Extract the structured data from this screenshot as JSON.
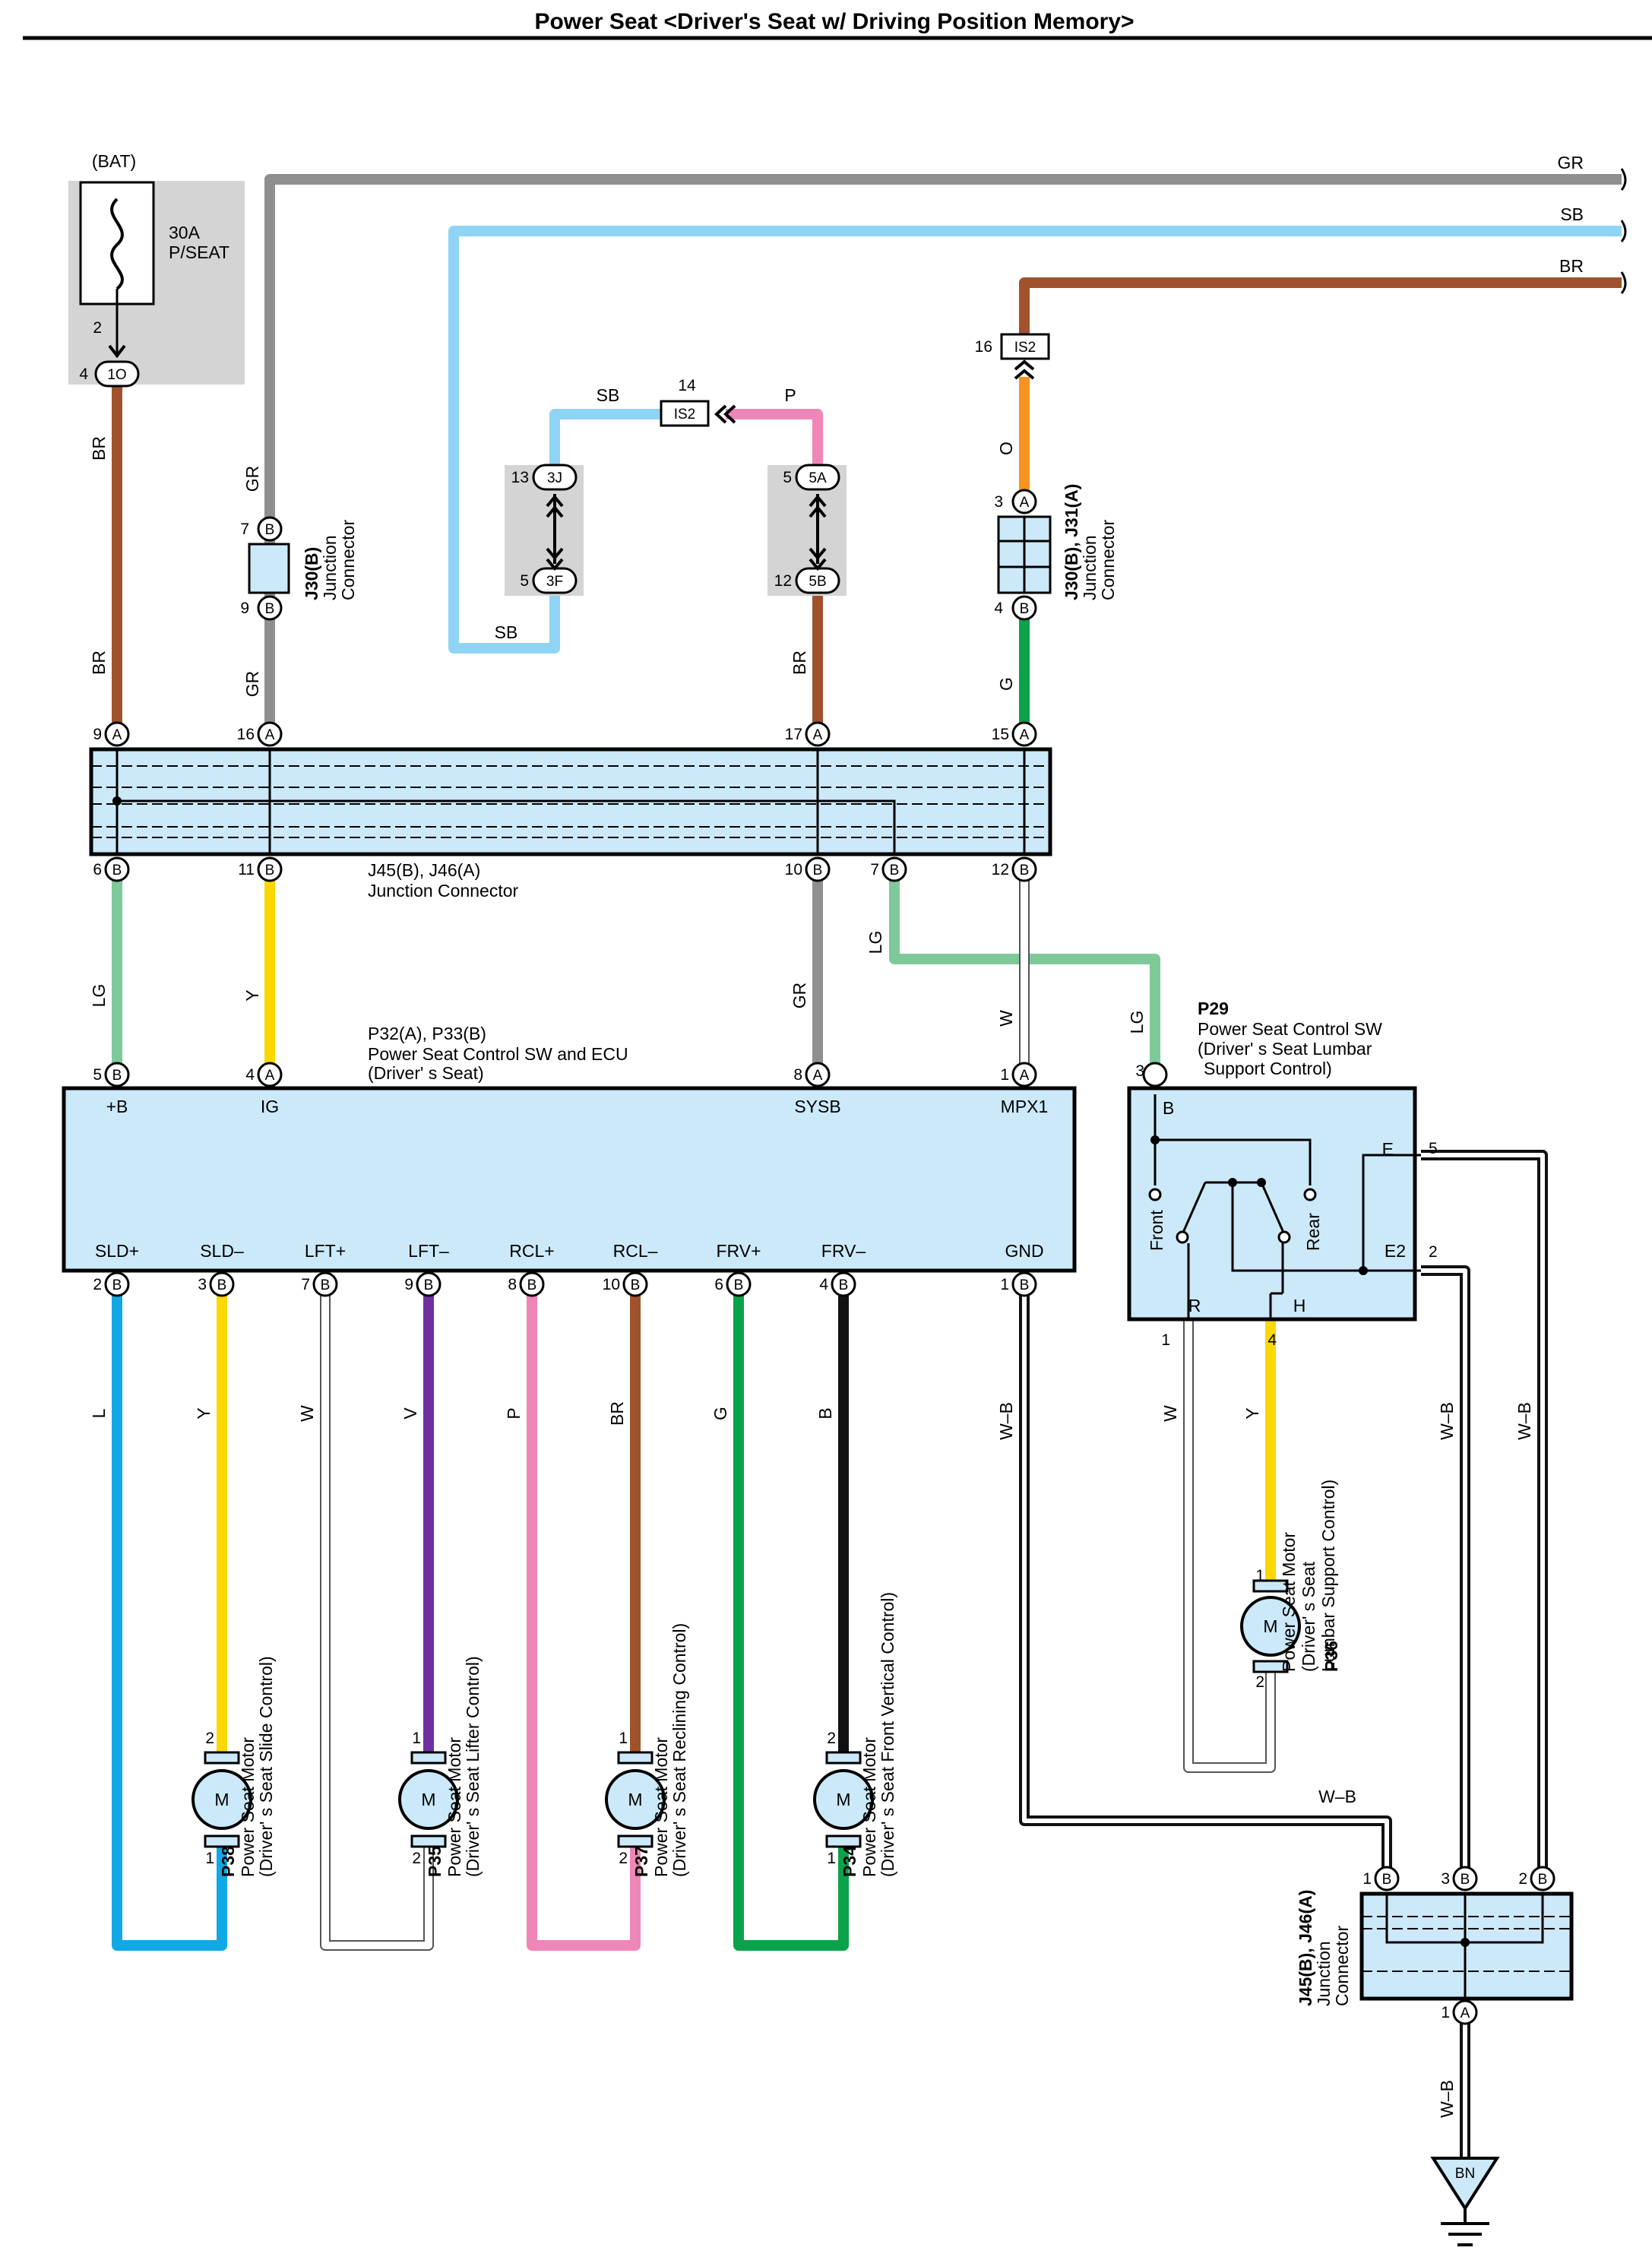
{
  "title": "Power Seat <Driver's Seat w/ Driving Position Memory>",
  "colors": {
    "BR": "#a0522d",
    "GR": "#8f8f8f",
    "SB": "#8fd4f4",
    "P": "#ef86b8",
    "O": "#f59420",
    "G": "#0aa24a",
    "LG": "#7ec99a",
    "Y": "#fad800",
    "W": "#ffffff",
    "L": "#10a9e6",
    "V": "#7030a0",
    "B": "#111111",
    "box": "#cce9f9",
    "gray": "#d4d4d4"
  },
  "battery": {
    "label": "(BAT)",
    "fuse_amp": "30A",
    "fuse_name": "P/SEAT",
    "pin_fuse": "2",
    "pin_conn": "4",
    "conn": "1O"
  },
  "right_wires": {
    "gr": "GR",
    "sb": "SB",
    "br": "BR"
  },
  "is2_top": {
    "pin": "16",
    "name": "IS2"
  },
  "is2_mid": {
    "pin": "14",
    "name": "IS2",
    "left_wire": "SB",
    "right_wire": "P"
  },
  "conn_3j": {
    "pin_top": "13",
    "top": "3J",
    "pin_bot": "5",
    "bot": "3F"
  },
  "conn_5a": {
    "pin_top": "5",
    "top": "5A",
    "pin_bot": "12",
    "bot": "5B"
  },
  "j30b": {
    "name": "J30(B)",
    "desc1": "Junction",
    "desc2": "Connector",
    "pin_top": "7",
    "pin_bot": "9",
    "letter": "B"
  },
  "j30j31": {
    "name": "J30(B), J31(A)",
    "desc1": "Junction",
    "desc2": "Connector",
    "pin_top": "3",
    "pin_bot": "4",
    "top_letter": "A",
    "bot_letter": "B"
  },
  "wire_labels": {
    "br": "BR",
    "gr": "GR",
    "sb": "SB",
    "o": "O",
    "g": "G",
    "lg": "LG",
    "y": "Y",
    "w": "W",
    "wb": "W–B",
    "l": "L",
    "v": "V",
    "p": "P",
    "b": "B"
  },
  "j45_top": {
    "name": "J45(B), J46(A)",
    "desc": "Junction Connector",
    "top_pins": [
      {
        "num": "9",
        "letter": "A"
      },
      {
        "num": "16",
        "letter": "A"
      },
      {
        "num": "17",
        "letter": "A"
      },
      {
        "num": "15",
        "letter": "A"
      }
    ],
    "bottom_pins": [
      {
        "num": "6",
        "letter": "B"
      },
      {
        "num": "11",
        "letter": "B"
      },
      {
        "num": "10",
        "letter": "B"
      },
      {
        "num": "7",
        "letter": "B"
      },
      {
        "num": "12",
        "letter": "B"
      }
    ]
  },
  "ecu": {
    "name": "P32(A), P33(B)",
    "desc1": "Power Seat Control SW and ECU",
    "desc2": "(Driver' s Seat)",
    "top_pins": [
      {
        "num": "5",
        "letter": "B",
        "label": "+B"
      },
      {
        "num": "4",
        "letter": "A",
        "label": "IG"
      },
      {
        "num": "8",
        "letter": "A",
        "label": "SYSB"
      },
      {
        "num": "1",
        "letter": "A",
        "label": "MPX1"
      }
    ],
    "bottom_pins": [
      {
        "num": "2",
        "letter": "B",
        "label": "SLD+"
      },
      {
        "num": "3",
        "letter": "B",
        "label": "SLD–"
      },
      {
        "num": "7",
        "letter": "B",
        "label": "LFT+"
      },
      {
        "num": "9",
        "letter": "B",
        "label": "LFT–"
      },
      {
        "num": "8",
        "letter": "B",
        "label": "RCL+"
      },
      {
        "num": "10",
        "letter": "B",
        "label": "RCL–"
      },
      {
        "num": "6",
        "letter": "B",
        "label": "FRV+"
      },
      {
        "num": "4",
        "letter": "B",
        "label": "FRV–"
      },
      {
        "num": "1",
        "letter": "B",
        "label": "GND"
      }
    ]
  },
  "p29": {
    "name": "P29",
    "desc1": "Power Seat Control SW",
    "desc2": "(Driver' s Seat Lumbar",
    "desc3": "Support Control)",
    "pin_b": "3",
    "term_b": "B",
    "pin_e": "5",
    "term_e": "E",
    "pin_e2": "2",
    "term_e2": "E2",
    "pin_r": "1",
    "term_r": "R",
    "pin_h": "4",
    "term_h": "H",
    "front": "Front",
    "rear": "Rear"
  },
  "motors": [
    {
      "id": "P38",
      "desc1": "Power Seat Motor",
      "desc2": "(Driver' s Seat Slide Control)",
      "pin_top": "2",
      "pin_bot": "1",
      "symbol": "M"
    },
    {
      "id": "P35",
      "desc1": "Power Seat Motor",
      "desc2": "(Driver' s Seat Lifter Control)",
      "pin_top": "1",
      "pin_bot": "2",
      "symbol": "M"
    },
    {
      "id": "P37",
      "desc1": "Power Seat Motor",
      "desc2": "(Driver' s Seat Reclining Control)",
      "pin_top": "1",
      "pin_bot": "2",
      "symbol": "M"
    },
    {
      "id": "P34",
      "desc1": "Power Seat Motor",
      "desc2": "(Driver' s Seat Front Vertical Control)",
      "pin_top": "2",
      "pin_bot": "1",
      "symbol": "M"
    }
  ],
  "p36": {
    "id": "P36",
    "desc1": "Power Seat Motor",
    "desc2": "(Driver' s Seat",
    "desc3": "Lumbar Support Control)",
    "pin_top": "1",
    "pin_bot": "2",
    "symbol": "M"
  },
  "j45_bot": {
    "name": "J45(B), J46(A)",
    "desc1": "Junction",
    "desc2": "Connector",
    "top_pins": [
      {
        "num": "1",
        "letter": "B"
      },
      {
        "num": "3",
        "letter": "B"
      },
      {
        "num": "2",
        "letter": "B"
      }
    ],
    "bottom_pin": {
      "num": "1",
      "letter": "A"
    }
  },
  "ground": {
    "name": "BN"
  }
}
